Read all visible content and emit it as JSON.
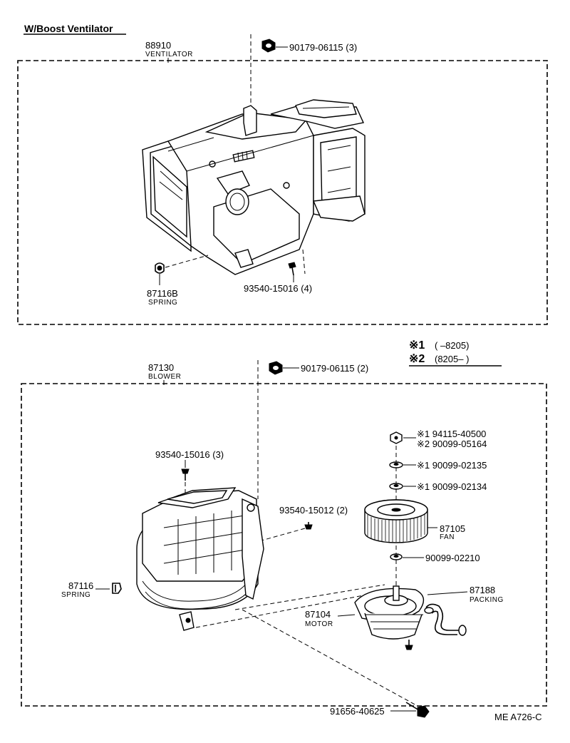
{
  "title": "W/Boost Ventilator",
  "ventilator": {
    "part_number": "88910",
    "name": "VENTILATOR",
    "nut": "90179-06115 (3)",
    "spring_part": "87116B",
    "spring_name": "SPRING",
    "screw": "93540-15016 (4)"
  },
  "blower": {
    "part_number": "87130",
    "name": "BLOWER",
    "nut": "90179-06115 (2)",
    "screw_top": "93540-15016 (3)",
    "screw_side": "93540-15012 (2)",
    "spring_part": "87116",
    "spring_name": "SPRING",
    "nut_a1": "※1 94115-40500",
    "nut_a2": "※2 90099-05164",
    "washer_1": "※1 90099-02135",
    "washer_2": "※1 90099-02134",
    "fan_part": "87105",
    "fan_name": "FAN",
    "fan_washer": "90099-02210",
    "packing_part": "87188",
    "packing_name": "PACKING",
    "motor_part": "87104",
    "motor_name": "MOTOR",
    "bolt": "91656-40625"
  },
  "legend": {
    "mark1": "※1",
    "range1": "(       –8205)",
    "mark2": "※2",
    "range2": "(8205–       )"
  },
  "footer_code": "ME  A726-C"
}
